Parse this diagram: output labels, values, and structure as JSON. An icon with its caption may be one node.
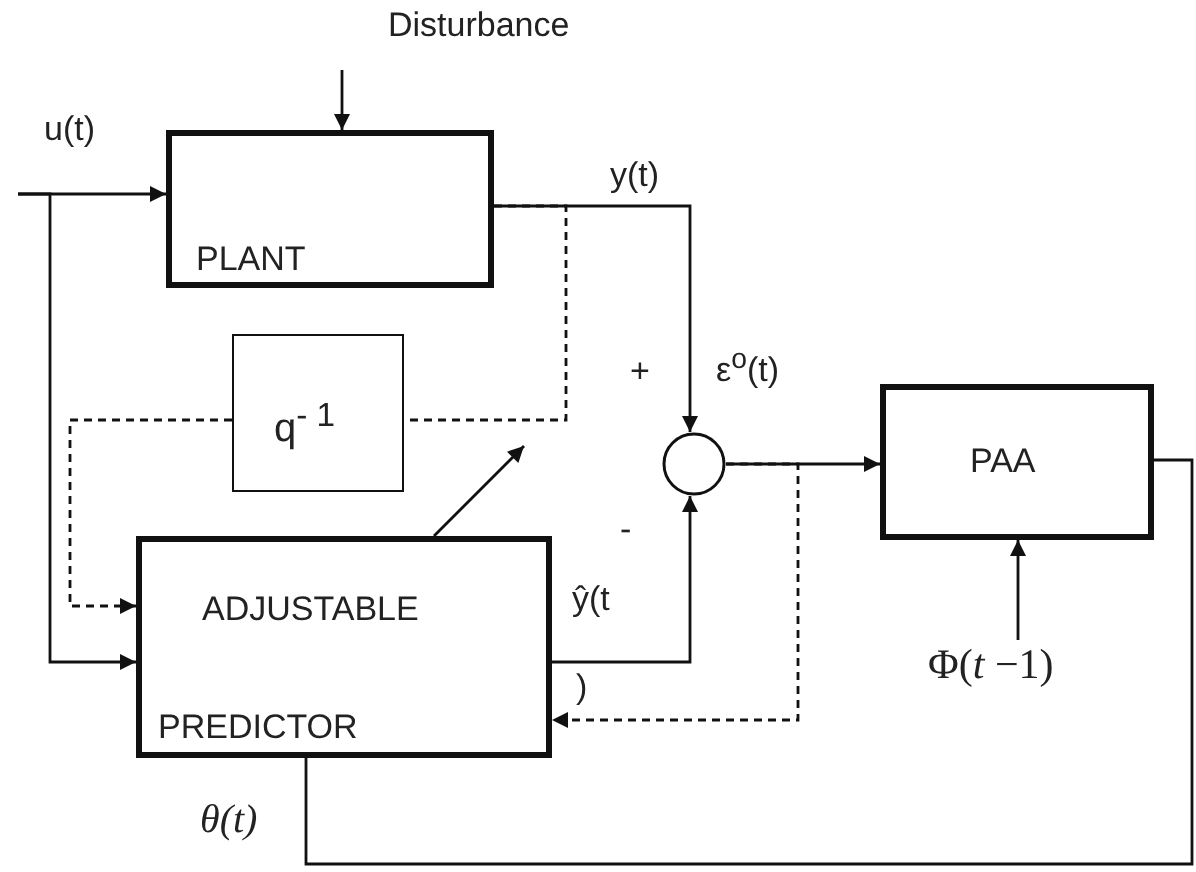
{
  "diagram": {
    "nodes": [
      {
        "text": [
          "PLANT"
        ]
      },
      {
        "text": [
          "q$^{- 1}$"
        ]
      },
      {
        "text": [],
        "shape": "circle"
      },
      {
        "text": [
          "PAA"
        ]
      },
      {
        "text": [
          "ADJUSTABLE",
          "PREDICTOR"
        ]
      },
      {
        "text": [
          "Φ(*t* −1)"
        ]
      }
    ],
    "edges": [
      {
        "from": null,
        "to": 0,
        "arrow": "to"
      },
      {
        "from": null,
        "to": 4,
        "arrow": "to"
      },
      {
        "from": null,
        "to": 0,
        "arrow": "to"
      },
      {
        "from": 0,
        "to": 2,
        "arrow": "to"
      },
      {
        "from": 0,
        "to": 1,
        "arrow": "none",
        "style": "dashed"
      },
      {
        "from": 1,
        "to": 4,
        "arrow": "to",
        "style": "dashed"
      },
      {
        "from": 4,
        "to": 2,
        "arrow": "to"
      },
      {
        "from": 2,
        "to": 3,
        "arrow": "to"
      },
      {
        "from": 2,
        "to": 4,
        "arrow": "to",
        "style": "dashed"
      },
      {
        "from": 3,
        "to": 4,
        "arrow": "none"
      },
      {
        "from": 5,
        "to": 3,
        "arrow": "to"
      }
    ],
    "labels": [
      "Disturbance",
      "u(t)",
      "y(t)",
      "+",
      "ε$^{o}$(t)",
      "-",
      "ŷ(t",
      ")",
      "θ(t)"
    ]
  }
}
